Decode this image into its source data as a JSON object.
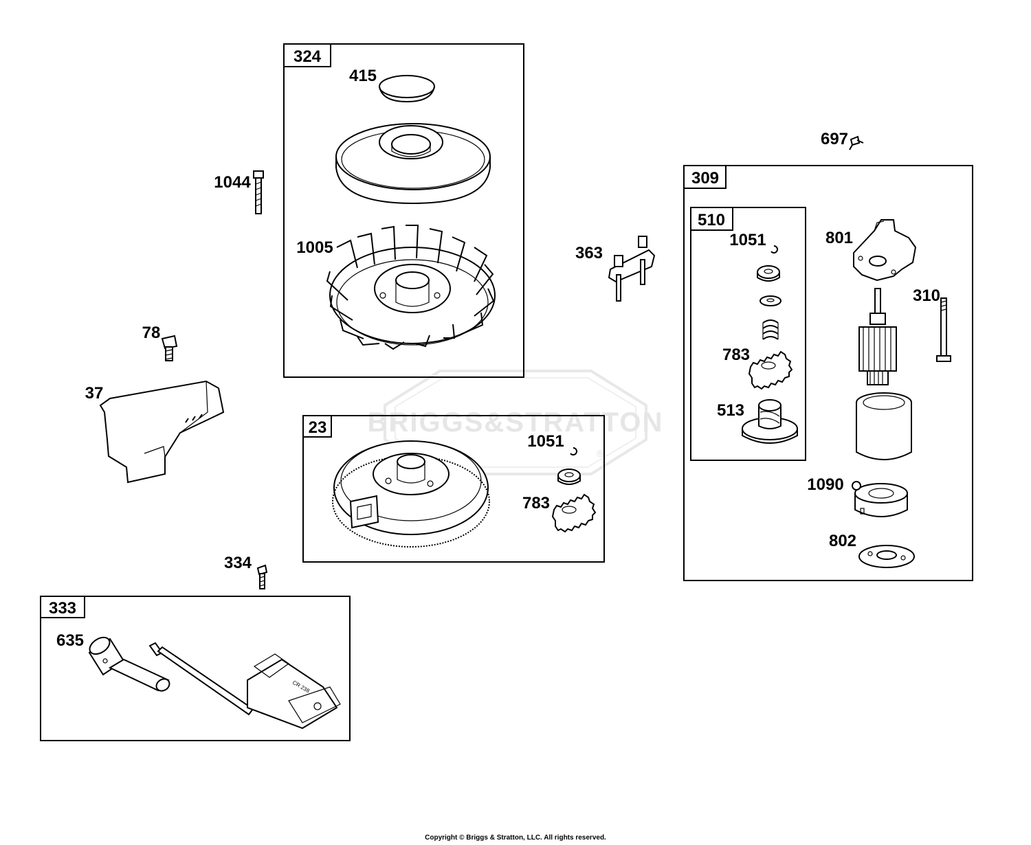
{
  "watermark": {
    "brand": "BRIGGS&STRATTON",
    "registered": "®"
  },
  "copyright": "Copyright © Briggs & Stratton, LLC. All rights reserved.",
  "boxes": {
    "b324": "324",
    "b23": "23",
    "b309": "309",
    "b510": "510",
    "b333": "333"
  },
  "callouts": {
    "c415": "415",
    "c1044": "1044",
    "c1005": "1005",
    "c78": "78",
    "c37": "37",
    "c363": "363",
    "c1051a": "1051",
    "c783a": "783",
    "c334": "334",
    "c635": "635",
    "c697": "697",
    "c1051b": "1051",
    "c801": "801",
    "c310": "310",
    "c783b": "783",
    "c513": "513",
    "c1090": "1090",
    "c802": "802"
  }
}
